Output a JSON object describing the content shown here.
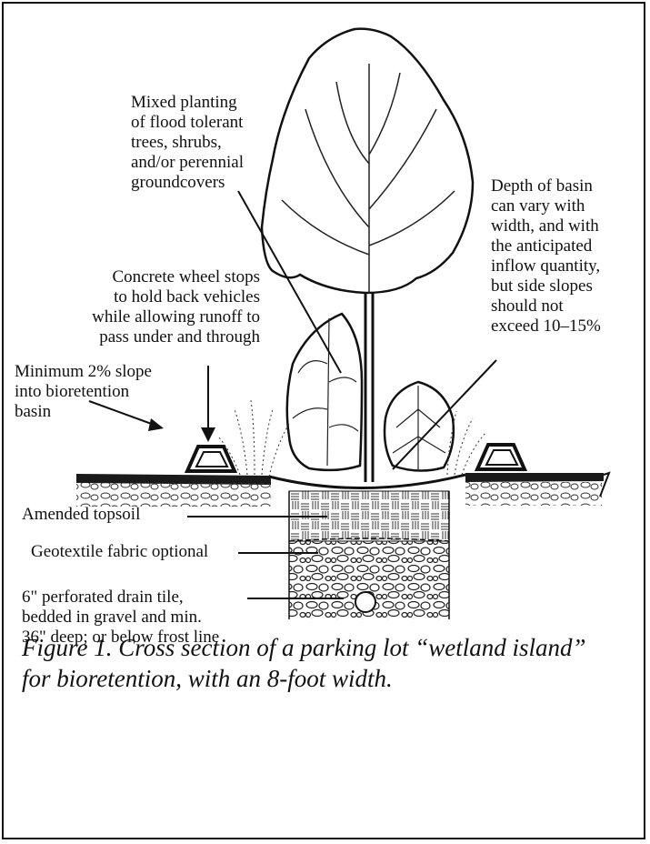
{
  "figure": {
    "labels": {
      "planting": "Mixed planting\nof flood tolerant\ntrees, shrubs,\nand/or perennial\ngroundcovers",
      "wheel_stops": "Concrete wheel stops\nto hold back vehicles\nwhile allowing runoff to\npass under and through",
      "depth": "Depth of basin\ncan vary with\nwidth, and with\nthe anticipated\ninflow quantity,\nbut side slopes\nshould not\nexceed 10–15%",
      "slope": "Minimum 2% slope\ninto bioretention\nbasin",
      "topsoil": "Amended topsoil",
      "geotextile": "Geotextile fabric optional",
      "drain": "6\" perforated drain tile,\nbedded in gravel and min.\n36\" deep; or below frost line"
    },
    "caption": "Figure 1. Cross section of a parking lot “wetland island”\nfor bioretention, with an 8-foot width."
  },
  "colors": {
    "ink": "#111111",
    "paper": "#ffffff"
  }
}
